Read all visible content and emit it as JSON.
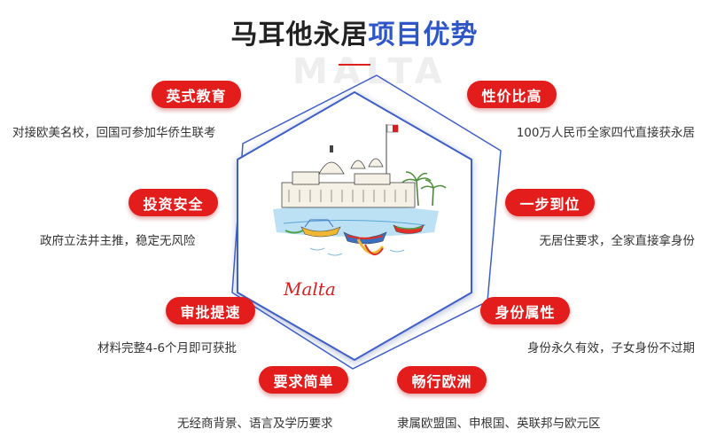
{
  "page": {
    "watermark": "MALTA",
    "title_part1": "马耳他永居",
    "title_part2": "项目优势",
    "colors": {
      "accent_red": "#e31d1c",
      "title_blue": "#2f56c8",
      "hexagon_blue": "#3f5fc8"
    }
  },
  "center": {
    "script_label": "Malta",
    "illustration": "malta-harbor-sketch-icon"
  },
  "features": {
    "education": {
      "label": "英式教育",
      "desc": "对接欧美名校，回国可参加华侨生联考"
    },
    "value": {
      "label": "性价比高",
      "desc": "100万人民币全家四代直接获永居"
    },
    "safety": {
      "label": "投资安全",
      "desc": "政府立法并主推，稳定无风险"
    },
    "direct": {
      "label": "一步到位",
      "desc": "无居住要求，全家直接拿身份"
    },
    "approval": {
      "label": "审批提速",
      "desc": "材料完整4-6个月即可获批"
    },
    "identity": {
      "label": "身份属性",
      "desc": "身份永久有效，子女身份不过期"
    },
    "requirements": {
      "label": "要求简单",
      "desc": "无经商背景、语言及学历要求"
    },
    "travel": {
      "label": "畅行欧洲",
      "desc": "隶属欧盟国、申根国、英联邦与欧元区"
    }
  }
}
